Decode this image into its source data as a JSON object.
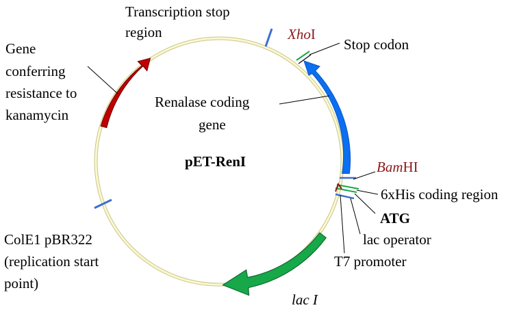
{
  "plasmid": {
    "name": "pET-RenI",
    "backbone_color": "#f5f0a8"
  },
  "features": [
    {
      "id": "kanr",
      "label_lines": [
        "Gene",
        "conferring",
        "resistance to",
        "kanamycin"
      ],
      "color": "#c00000"
    },
    {
      "id": "renalase",
      "label_lines": [
        "Renalase coding",
        "gene"
      ],
      "color": "#0070f0"
    },
    {
      "id": "laci",
      "label": "lac I",
      "color": "#17a84a"
    }
  ],
  "sites": {
    "transcription_stop": [
      "Transcription stop",
      "region"
    ],
    "xhoi": {
      "italic": "Xho",
      "roman": "I"
    },
    "stop_codon": "Stop codon",
    "bamhi": {
      "italic": "Bam",
      "roman": "HI"
    },
    "his_tag": "6xHis coding region",
    "atg": "ATG",
    "lac_operator": "lac operator",
    "t7_promoter": "T7 promoter",
    "cole1": [
      "ColE1 pBR322",
      "(replication start",
      "point)"
    ]
  },
  "colors": {
    "marker_blue": "#3a6fd0",
    "enzyme_red": "#8b1a1a",
    "stop_green": "#17a84a"
  }
}
